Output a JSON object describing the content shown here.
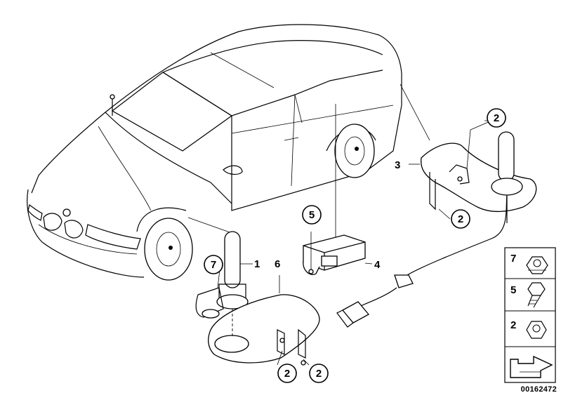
{
  "diagram": {
    "id": "00162472",
    "callouts": {
      "c1": "1",
      "c2a": "2",
      "c2b": "2",
      "c2c": "2",
      "c2d": "2",
      "c3": "3",
      "c4": "4",
      "c5": "5",
      "c6": "6",
      "c7": "7"
    },
    "legend": [
      {
        "number": "7",
        "icon": "hex-nut-icon"
      },
      {
        "number": "5",
        "icon": "hex-screw-icon"
      },
      {
        "number": "2",
        "icon": "hex-nut-icon"
      }
    ]
  }
}
